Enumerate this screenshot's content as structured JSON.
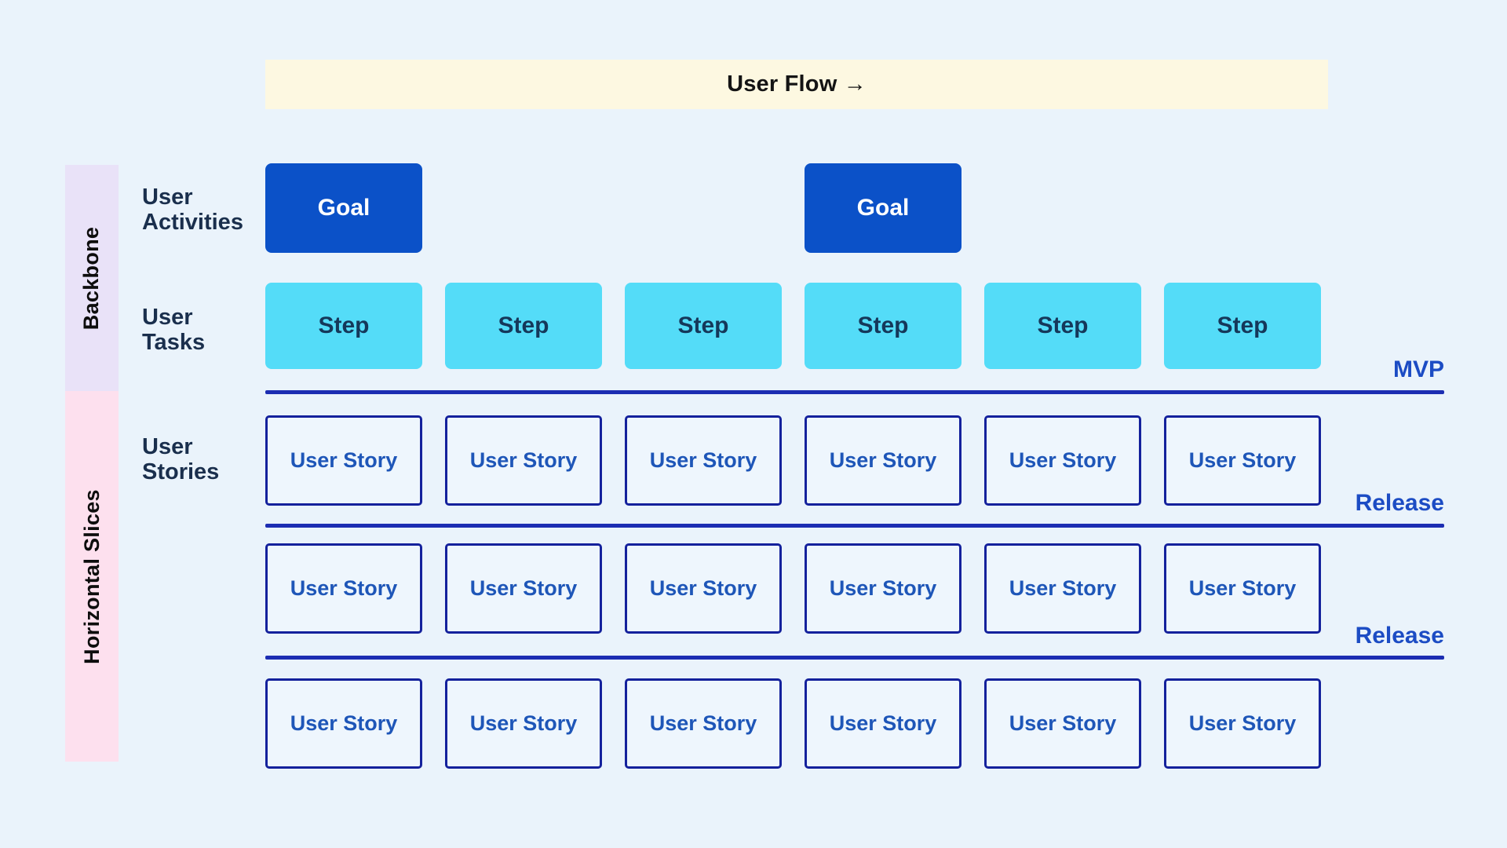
{
  "banner": {
    "title": "User Flow →"
  },
  "strips": {
    "backbone_label": "Backbone",
    "slices_label": "Horizontal Slices"
  },
  "row_labels": {
    "activities": "User Activities",
    "tasks": "User Tasks",
    "stories": "User Stories"
  },
  "goals": [
    "Goal",
    "Goal"
  ],
  "steps": [
    "Step",
    "Step",
    "Step",
    "Step",
    "Step",
    "Step"
  ],
  "story_rows": [
    [
      "User Story",
      "User Story",
      "User Story",
      "User Story",
      "User Story",
      "User Story"
    ],
    [
      "User Story",
      "User Story",
      "User Story",
      "User Story",
      "User Story",
      "User Story"
    ],
    [
      "User Story",
      "User Story",
      "User Story",
      "User Story",
      "User Story",
      "User Story"
    ]
  ],
  "milestones": [
    "MVP",
    "Release",
    "Release"
  ],
  "colors": {
    "background": "#eaf3fb",
    "banner_bg": "#fdf8e1",
    "banner_text": "#141414",
    "goal_bg": "#0b51c8",
    "goal_text": "#ffffff",
    "step_bg": "#54dcf8",
    "step_text": "#15385a",
    "backbone_strip_bg": "#e9e2f8",
    "slices_strip_bg": "#fde0ee",
    "strip_text": "#0d0d0d",
    "row_label_text": "#1a2f4d",
    "story_bg": "#eef6fd",
    "story_border": "#14219c",
    "story_text": "#1e56b8",
    "milestone_text": "#1c4cc4",
    "divider": "#1c2db2"
  }
}
